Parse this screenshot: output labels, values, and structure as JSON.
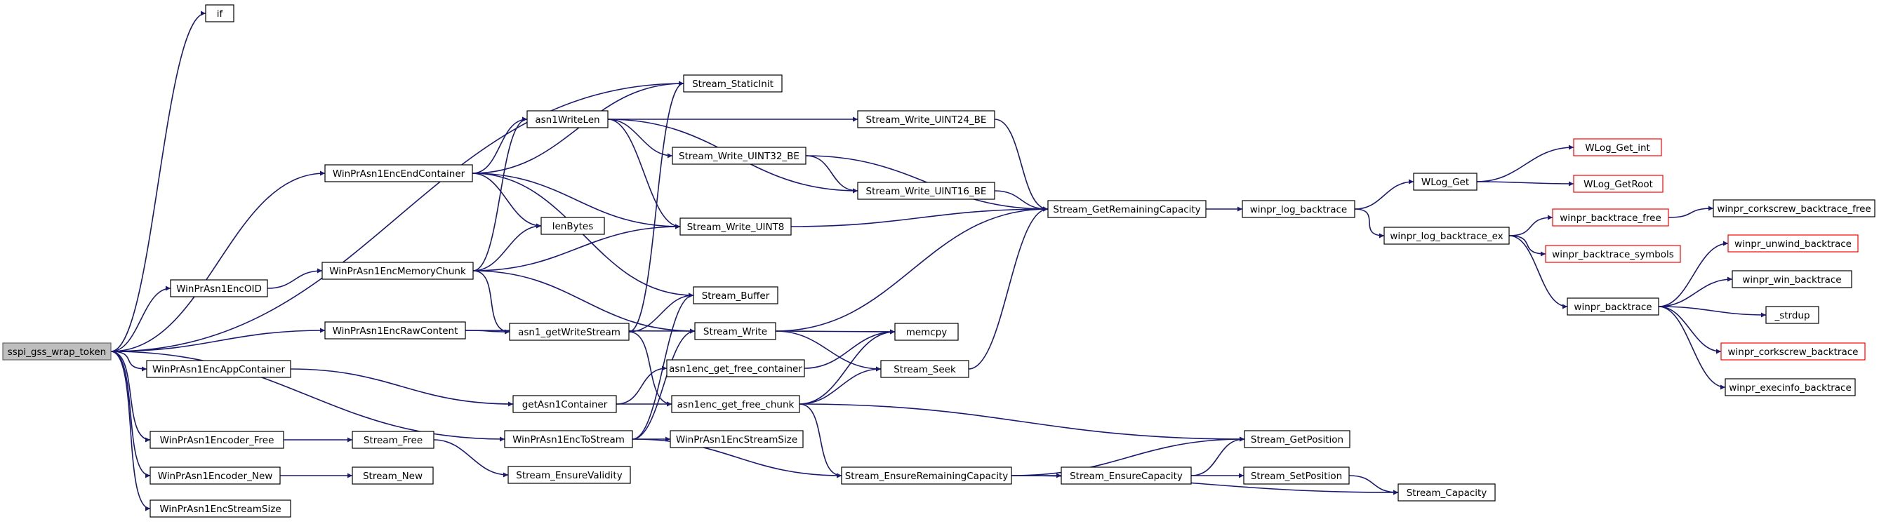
{
  "nodes": [
    {
      "id": "root",
      "label": "sspi_gss_wrap_token",
      "kind": "root"
    },
    {
      "id": "if",
      "label": "if"
    },
    {
      "id": "staticinit",
      "label": "Stream_StaticInit"
    },
    {
      "id": "asn1writelen",
      "label": "asn1WriteLen"
    },
    {
      "id": "enccontainer",
      "label": "WinPrAsn1EncEndContainer"
    },
    {
      "id": "lenbytes",
      "label": "lenBytes"
    },
    {
      "id": "encoid",
      "label": "WinPrAsn1EncOID"
    },
    {
      "id": "encmem",
      "label": "WinPrAsn1EncMemoryChunk"
    },
    {
      "id": "encraw",
      "label": "WinPrAsn1EncRawContent"
    },
    {
      "id": "encapp",
      "label": "WinPrAsn1EncAppContainer"
    },
    {
      "id": "encfree",
      "label": "WinPrAsn1Encoder_Free"
    },
    {
      "id": "encnew",
      "label": "WinPrAsn1Encoder_New"
    },
    {
      "id": "encsize1",
      "label": "WinPrAsn1EncStreamSize"
    },
    {
      "id": "getwritestream",
      "label": "asn1_getWriteStream"
    },
    {
      "id": "getcontainer",
      "label": "getAsn1Container"
    },
    {
      "id": "enctostream",
      "label": "WinPrAsn1EncToStream"
    },
    {
      "id": "streamfree",
      "label": "Stream_Free"
    },
    {
      "id": "streamnew",
      "label": "Stream_New"
    },
    {
      "id": "ensurevalidity",
      "label": "Stream_EnsureValidity"
    },
    {
      "id": "uint24",
      "label": "Stream_Write_UINT24_BE"
    },
    {
      "id": "uint32",
      "label": "Stream_Write_UINT32_BE"
    },
    {
      "id": "uint16",
      "label": "Stream_Write_UINT16_BE"
    },
    {
      "id": "uint8",
      "label": "Stream_Write_UINT8"
    },
    {
      "id": "buffer",
      "label": "Stream_Buffer"
    },
    {
      "id": "write",
      "label": "Stream_Write"
    },
    {
      "id": "freecontainer",
      "label": "asn1enc_get_free_container"
    },
    {
      "id": "freechunk",
      "label": "asn1enc_get_free_chunk"
    },
    {
      "id": "encsize2",
      "label": "WinPrAsn1EncStreamSize"
    },
    {
      "id": "memcpy",
      "label": "memcpy"
    },
    {
      "id": "seek",
      "label": "Stream_Seek"
    },
    {
      "id": "ensureremaining",
      "label": "Stream_EnsureRemainingCapacity"
    },
    {
      "id": "getremaining",
      "label": "Stream_GetRemainingCapacity"
    },
    {
      "id": "ensurecap",
      "label": "Stream_EnsureCapacity"
    },
    {
      "id": "getposition",
      "label": "Stream_GetPosition"
    },
    {
      "id": "setposition",
      "label": "Stream_SetPosition"
    },
    {
      "id": "capacity",
      "label": "Stream_Capacity"
    },
    {
      "id": "logbt",
      "label": "winpr_log_backtrace"
    },
    {
      "id": "wlogget",
      "label": "WLog_Get"
    },
    {
      "id": "logbtex",
      "label": "winpr_log_backtrace_ex"
    },
    {
      "id": "wloggetint",
      "label": "WLog_Get_int",
      "kind": "truncated"
    },
    {
      "id": "wloggetroot",
      "label": "WLog_GetRoot",
      "kind": "truncated"
    },
    {
      "id": "btfree",
      "label": "winpr_backtrace_free",
      "kind": "truncated"
    },
    {
      "id": "btsymbols",
      "label": "winpr_backtrace_symbols",
      "kind": "truncated"
    },
    {
      "id": "winprbt",
      "label": "winpr_backtrace"
    },
    {
      "id": "corkfree",
      "label": "winpr_corkscrew_backtrace_free"
    },
    {
      "id": "unwind",
      "label": "winpr_unwind_backtrace",
      "kind": "truncated"
    },
    {
      "id": "winbt",
      "label": "winpr_win_backtrace"
    },
    {
      "id": "strdup",
      "label": "_strdup"
    },
    {
      "id": "corkbt",
      "label": "winpr_corkscrew_backtrace",
      "kind": "truncated"
    },
    {
      "id": "execinfo",
      "label": "winpr_execinfo_backtrace"
    }
  ],
  "edges": [
    [
      "root",
      "if"
    ],
    [
      "root",
      "staticinit"
    ],
    [
      "root",
      "enccontainer"
    ],
    [
      "root",
      "encoid"
    ],
    [
      "root",
      "encraw"
    ],
    [
      "root",
      "encapp"
    ],
    [
      "root",
      "encfree"
    ],
    [
      "root",
      "encnew"
    ],
    [
      "root",
      "encsize1"
    ],
    [
      "root",
      "enctostream"
    ],
    [
      "enccontainer",
      "staticinit"
    ],
    [
      "enccontainer",
      "asn1writelen"
    ],
    [
      "enccontainer",
      "lenbytes"
    ],
    [
      "enccontainer",
      "uint8"
    ],
    [
      "enccontainer",
      "buffer"
    ],
    [
      "encoid",
      "encmem"
    ],
    [
      "encmem",
      "asn1writelen"
    ],
    [
      "encmem",
      "lenbytes"
    ],
    [
      "encmem",
      "uint8"
    ],
    [
      "encmem",
      "getwritestream"
    ],
    [
      "encmem",
      "write"
    ],
    [
      "encraw",
      "getwritestream"
    ],
    [
      "encraw",
      "write"
    ],
    [
      "encapp",
      "getcontainer"
    ],
    [
      "encfree",
      "streamfree"
    ],
    [
      "encnew",
      "streamnew"
    ],
    [
      "asn1writelen",
      "uint24"
    ],
    [
      "asn1writelen",
      "uint32"
    ],
    [
      "asn1writelen",
      "uint16"
    ],
    [
      "asn1writelen",
      "uint8"
    ],
    [
      "getwritestream",
      "staticinit"
    ],
    [
      "getwritestream",
      "buffer"
    ],
    [
      "getwritestream",
      "freechunk"
    ],
    [
      "getcontainer",
      "freecontainer"
    ],
    [
      "getcontainer",
      "freechunk"
    ],
    [
      "enctostream",
      "buffer"
    ],
    [
      "enctostream",
      "write"
    ],
    [
      "enctostream",
      "encsize2"
    ],
    [
      "enctostream",
      "ensureremaining"
    ],
    [
      "streamfree",
      "ensurevalidity"
    ],
    [
      "uint24",
      "getremaining"
    ],
    [
      "uint32",
      "getremaining"
    ],
    [
      "uint32",
      "uint16"
    ],
    [
      "uint16",
      "getremaining"
    ],
    [
      "uint8",
      "getremaining"
    ],
    [
      "write",
      "getremaining"
    ],
    [
      "write",
      "memcpy"
    ],
    [
      "write",
      "seek"
    ],
    [
      "freecontainer",
      "memcpy"
    ],
    [
      "freechunk",
      "memcpy"
    ],
    [
      "freechunk",
      "seek"
    ],
    [
      "freechunk",
      "getposition"
    ],
    [
      "freechunk",
      "ensureremaining"
    ],
    [
      "seek",
      "getremaining"
    ],
    [
      "ensureremaining",
      "getposition"
    ],
    [
      "ensureremaining",
      "ensurecap"
    ],
    [
      "ensureremaining",
      "capacity"
    ],
    [
      "ensurecap",
      "getposition"
    ],
    [
      "ensurecap",
      "setposition"
    ],
    [
      "setposition",
      "capacity"
    ],
    [
      "getremaining",
      "logbt"
    ],
    [
      "logbt",
      "wlogget"
    ],
    [
      "logbt",
      "logbtex"
    ],
    [
      "wlogget",
      "wloggetint"
    ],
    [
      "wlogget",
      "wloggetroot"
    ],
    [
      "logbtex",
      "btfree"
    ],
    [
      "logbtex",
      "btsymbols"
    ],
    [
      "logbtex",
      "winprbt"
    ],
    [
      "btfree",
      "corkfree"
    ],
    [
      "winprbt",
      "unwind"
    ],
    [
      "winprbt",
      "winbt"
    ],
    [
      "winprbt",
      "strdup"
    ],
    [
      "winprbt",
      "corkbt"
    ],
    [
      "winprbt",
      "execinfo"
    ]
  ]
}
